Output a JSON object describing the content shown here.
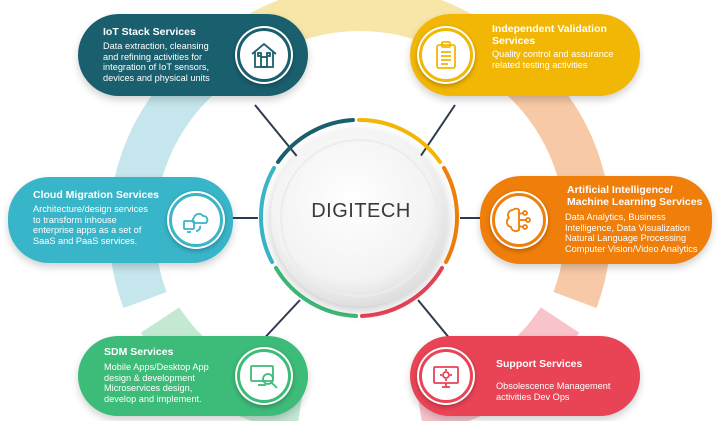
{
  "center": {
    "label": "DIGITECH"
  },
  "colors": {
    "iot": "#1a5f6e",
    "validation": "#f2b705",
    "cloud": "#39b5c9",
    "ai": "#f07e0a",
    "sdm": "#3dbb78",
    "support": "#e94356"
  },
  "services": {
    "iot": {
      "title": "IoT Stack Services",
      "desc": "Data extraction, cleansing\nand refining activities for\nintegration of IoT sensors,\ndevices and physical units",
      "icon": "house-icon"
    },
    "validation": {
      "title": "Independent Validation\nServices",
      "desc": "Quality control and assurance\nrelated testing activities",
      "icon": "clipboard-icon"
    },
    "cloud": {
      "title": "Cloud Migration Services",
      "desc": "Architecture/design services\nto transform inhouse\nenterprise apps as a set of\nSaaS and PaaS services.",
      "icon": "cloud-icon"
    },
    "ai": {
      "title": "Artificial Intelligence/\nMachine Learning Services",
      "desc": "Data Analytics, Business\nIntelligence, Data Visualization\nNatural Language Processing\nComputer Vision/Video Analytics",
      "icon": "brain-icon"
    },
    "sdm": {
      "title": "SDM Services",
      "desc": "Mobile Apps/Desktop App\ndesign & development\nMicroservices design,\ndevelop and implement.",
      "icon": "monitor-search-icon"
    },
    "support": {
      "title": "Support Services",
      "desc": "Obsolescence Management\nactivities Dev Ops",
      "icon": "support-icon"
    }
  }
}
